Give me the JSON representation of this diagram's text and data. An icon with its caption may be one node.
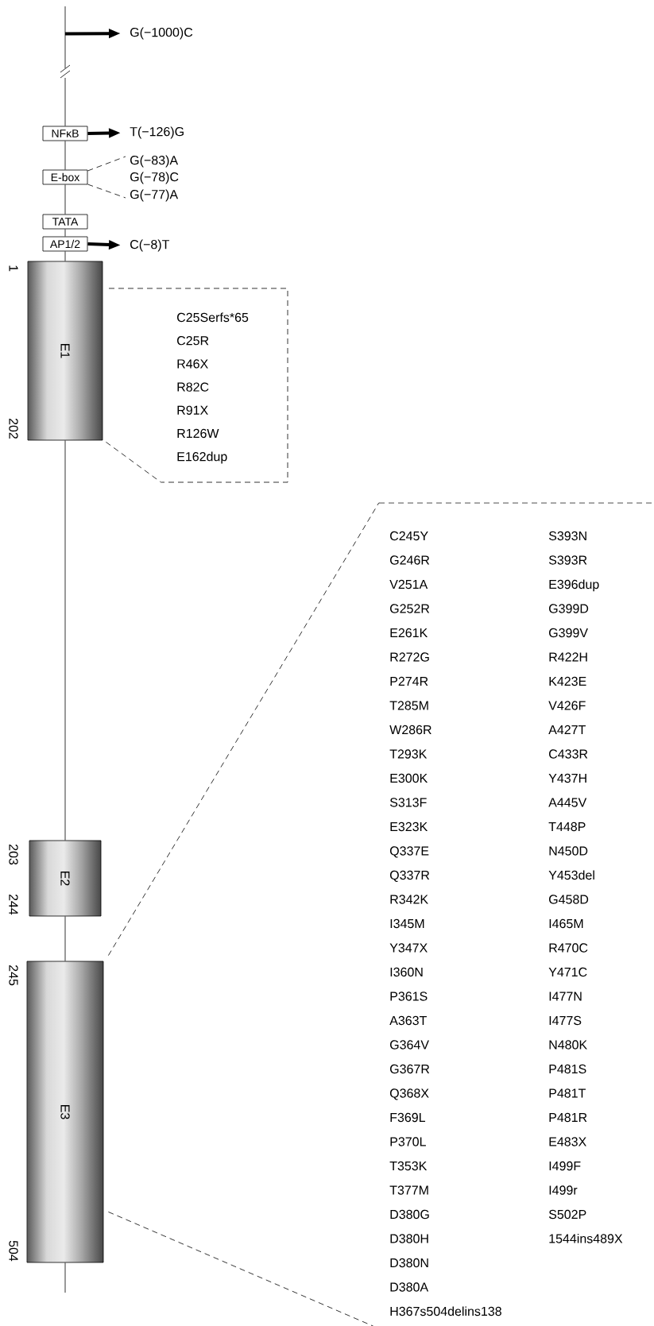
{
  "diagram": {
    "nodes": [
      {
        "text": [
          "NFκB"
        ]
      },
      {
        "text": [
          "E-box"
        ]
      },
      {
        "text": [
          "TATA"
        ]
      },
      {
        "text": [
          "AP1/2"
        ]
      },
      {
        "text": [
          "E1"
        ],
        "beside": [
          "1",
          "202"
        ]
      },
      {
        "text": [
          "E2"
        ],
        "beside": [
          "203",
          "244"
        ]
      },
      {
        "text": [
          "E3"
        ],
        "beside": [
          "245",
          "504"
        ]
      },
      {
        "text": [
          "G(−1000)C"
        ]
      },
      {
        "text": [
          "T(−126)G"
        ]
      },
      {
        "text": [
          "G(−83)A"
        ]
      },
      {
        "text": [
          "G(−78)C"
        ]
      },
      {
        "text": [
          "G(−77)A"
        ]
      },
      {
        "text": [
          "C(−8)T"
        ]
      },
      {
        "text": [
          "C25Serfs*65",
          "C25R",
          "R46X",
          "R82C",
          "R91X",
          "R126W",
          "E162dup"
        ]
      },
      {
        "text": [
          "C245Y",
          "G246R",
          "V251A",
          "G252R",
          "E261K",
          "R272G",
          "P274R",
          "T285M",
          "W286R",
          "T293K",
          "E300K",
          "S313F",
          "E323K",
          "Q337E",
          "Q337R",
          "R342K",
          "I345M",
          "Y347X",
          "I360N",
          "P361S",
          "A363T",
          "G364V",
          "G367R",
          "Q368X",
          "F369L",
          "P370L",
          "T353K",
          "T377M",
          "D380G",
          "D380H",
          "D380N",
          "D380A",
          "H367s504delins138",
          "S393N",
          "S393R",
          "E396dup",
          "G399D",
          "G399V",
          "R422H",
          "K423E",
          "V426F",
          "A427T",
          "C433R",
          "Y437H",
          "A445V",
          "T448P",
          "N450D",
          "Y453del",
          "G458D",
          "I465M",
          "R470C",
          "Y471C",
          "I477N",
          "I477S",
          "N480K",
          "P481S",
          "P481T",
          "P481R",
          "E483X",
          "I499F",
          "I499r",
          "S502P",
          "1544ins489X"
        ]
      }
    ],
    "edges": [
      {
        "from": null,
        "to": 7,
        "arrow": "to",
        "style": "thick"
      },
      {
        "from": 0,
        "to": 8,
        "arrow": "to",
        "style": "thick"
      },
      {
        "from": 1,
        "to": 9,
        "arrow": "none",
        "style": "dashed"
      },
      {
        "from": 1,
        "to": 11,
        "arrow": "none",
        "style": "dashed"
      },
      {
        "from": 3,
        "to": 12,
        "arrow": "to",
        "style": "thick"
      },
      {
        "from": null,
        "to": 0,
        "arrow": "none"
      },
      {
        "from": 0,
        "to": 1,
        "arrow": "none"
      },
      {
        "from": 1,
        "to": 2,
        "arrow": "none"
      },
      {
        "from": 2,
        "to": 3,
        "arrow": "none"
      },
      {
        "from": 3,
        "to": 4,
        "arrow": "none"
      },
      {
        "from": 4,
        "to": 5,
        "arrow": "none"
      },
      {
        "from": 5,
        "to": 6,
        "arrow": "none"
      },
      {
        "from": 6,
        "to": null,
        "arrow": "none"
      },
      {
        "from": 4,
        "to": 13,
        "arrow": "none",
        "style": "dashed"
      },
      {
        "from": 6,
        "to": 14,
        "arrow": "none",
        "style": "dashed"
      },
      {
        "from": 6,
        "to": 14,
        "arrow": "none",
        "style": "dashed"
      }
    ]
  }
}
